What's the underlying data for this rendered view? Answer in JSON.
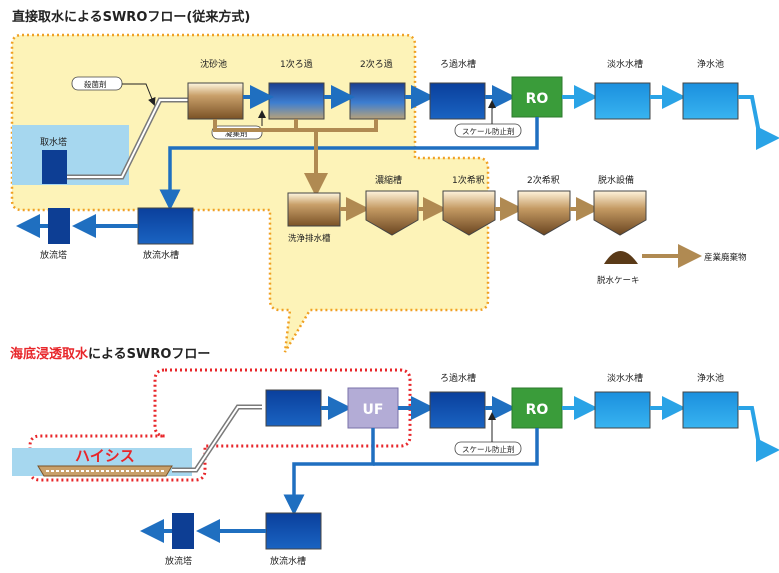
{
  "colors": {
    "pipe_blue": "#1f6fc0",
    "pipe_light": "#2aa3e6",
    "sludge_brown": "#8a6234",
    "sludge_arrow": "#b08a52",
    "highlight_fill": "#fdf3b8",
    "highlight_border": "#f0a023",
    "red_outline": "#e8262a",
    "ro_green": "#3a9c3a",
    "uf_purple": "#b3acd6"
  },
  "section1": {
    "title": "直接取水によるSWROフロー(従来方式)",
    "labels": {
      "intake_tower": "取水塔",
      "disinfectant": "殺菌剤",
      "coagulant": "凝集剤",
      "sand_settling": "沈砂池",
      "filter1": "1次ろ過",
      "filter2": "2次ろ過",
      "filtered_tank": "ろ過水槽",
      "ro": "RO",
      "freshwater_tank": "淡水水槽",
      "clean_pool": "浄水池",
      "scale_inhibitor": "スケール防止剤",
      "discharge_tower": "放流塔",
      "discharge_tank": "放流水槽",
      "wash_drain_tank": "洗浄排水槽",
      "thickener": "濃縮槽",
      "dilution1": "1次希釈",
      "dilution2": "2次希釈",
      "dewatering": "脱水設備",
      "dewatered_cake": "脱水ケーキ",
      "industrial_waste": "産業廃棄物"
    }
  },
  "section2": {
    "title_highlight": "海底浸透取水",
    "title_rest": "によるSWROフロー",
    "labels": {
      "hisys": "ハイシス",
      "uf": "UF",
      "filtered_tank": "ろ過水槽",
      "ro": "RO",
      "freshwater_tank": "淡水水槽",
      "clean_pool": "浄水池",
      "scale_inhibitor": "スケール防止剤",
      "discharge_tower": "放流塔",
      "discharge_tank": "放流水槽"
    }
  }
}
